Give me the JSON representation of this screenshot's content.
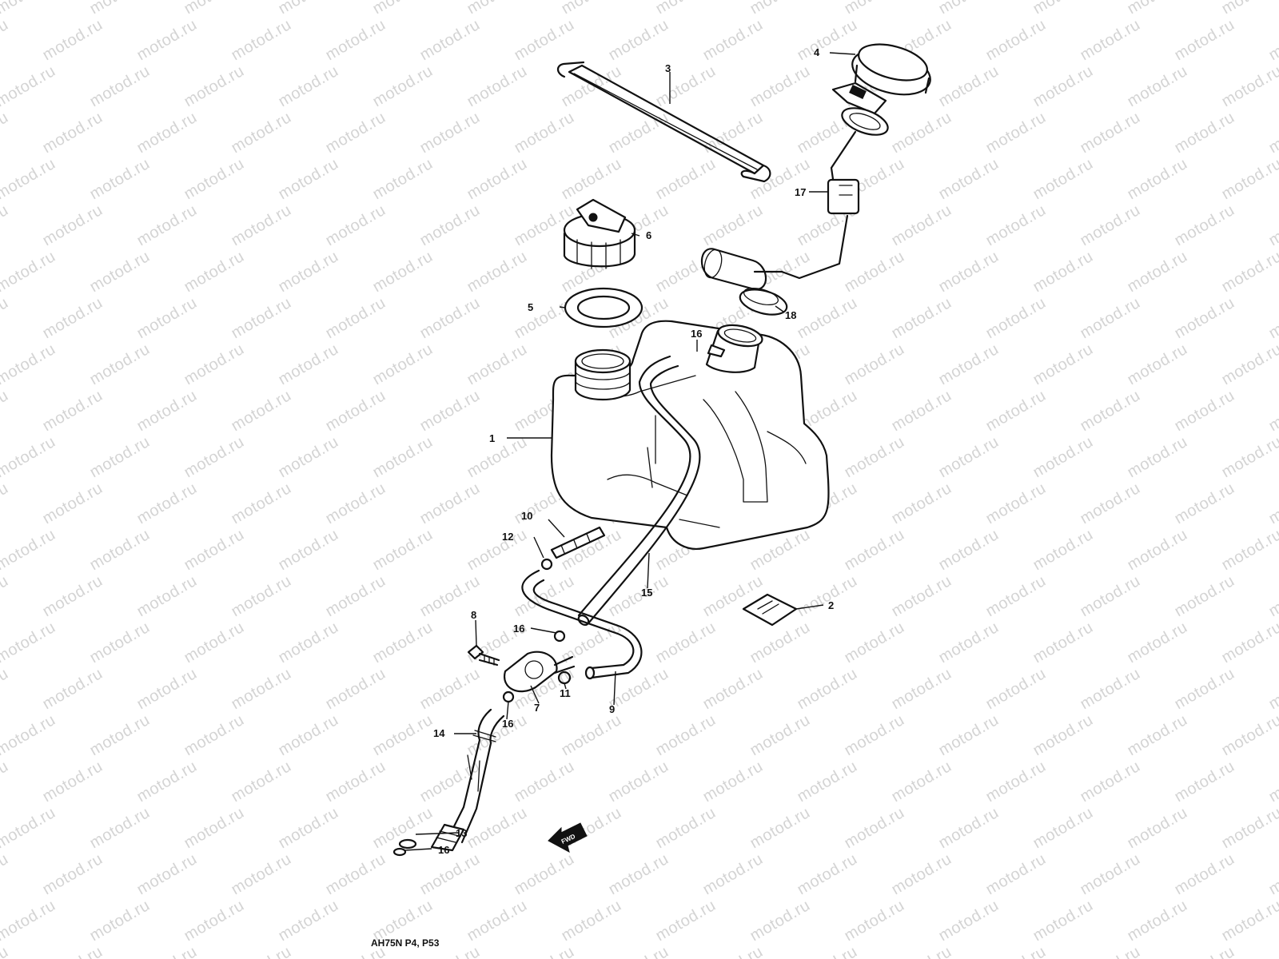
{
  "watermark": "motod.ru",
  "colors": {
    "line": "#111111",
    "watermark": "#d4d4d4",
    "background": "#ffffff"
  },
  "callouts": [
    "1",
    "2",
    "3",
    "4",
    "5",
    "6",
    "7",
    "8",
    "9",
    "10",
    "11",
    "12",
    "13",
    "14",
    "15",
    "16",
    "16",
    "16",
    "16",
    "16",
    "17",
    "18"
  ],
  "front_arrow": {
    "label": "FWD",
    "icon": "front-direction-arrow-icon"
  },
  "footer": "AH75N P4, P53"
}
